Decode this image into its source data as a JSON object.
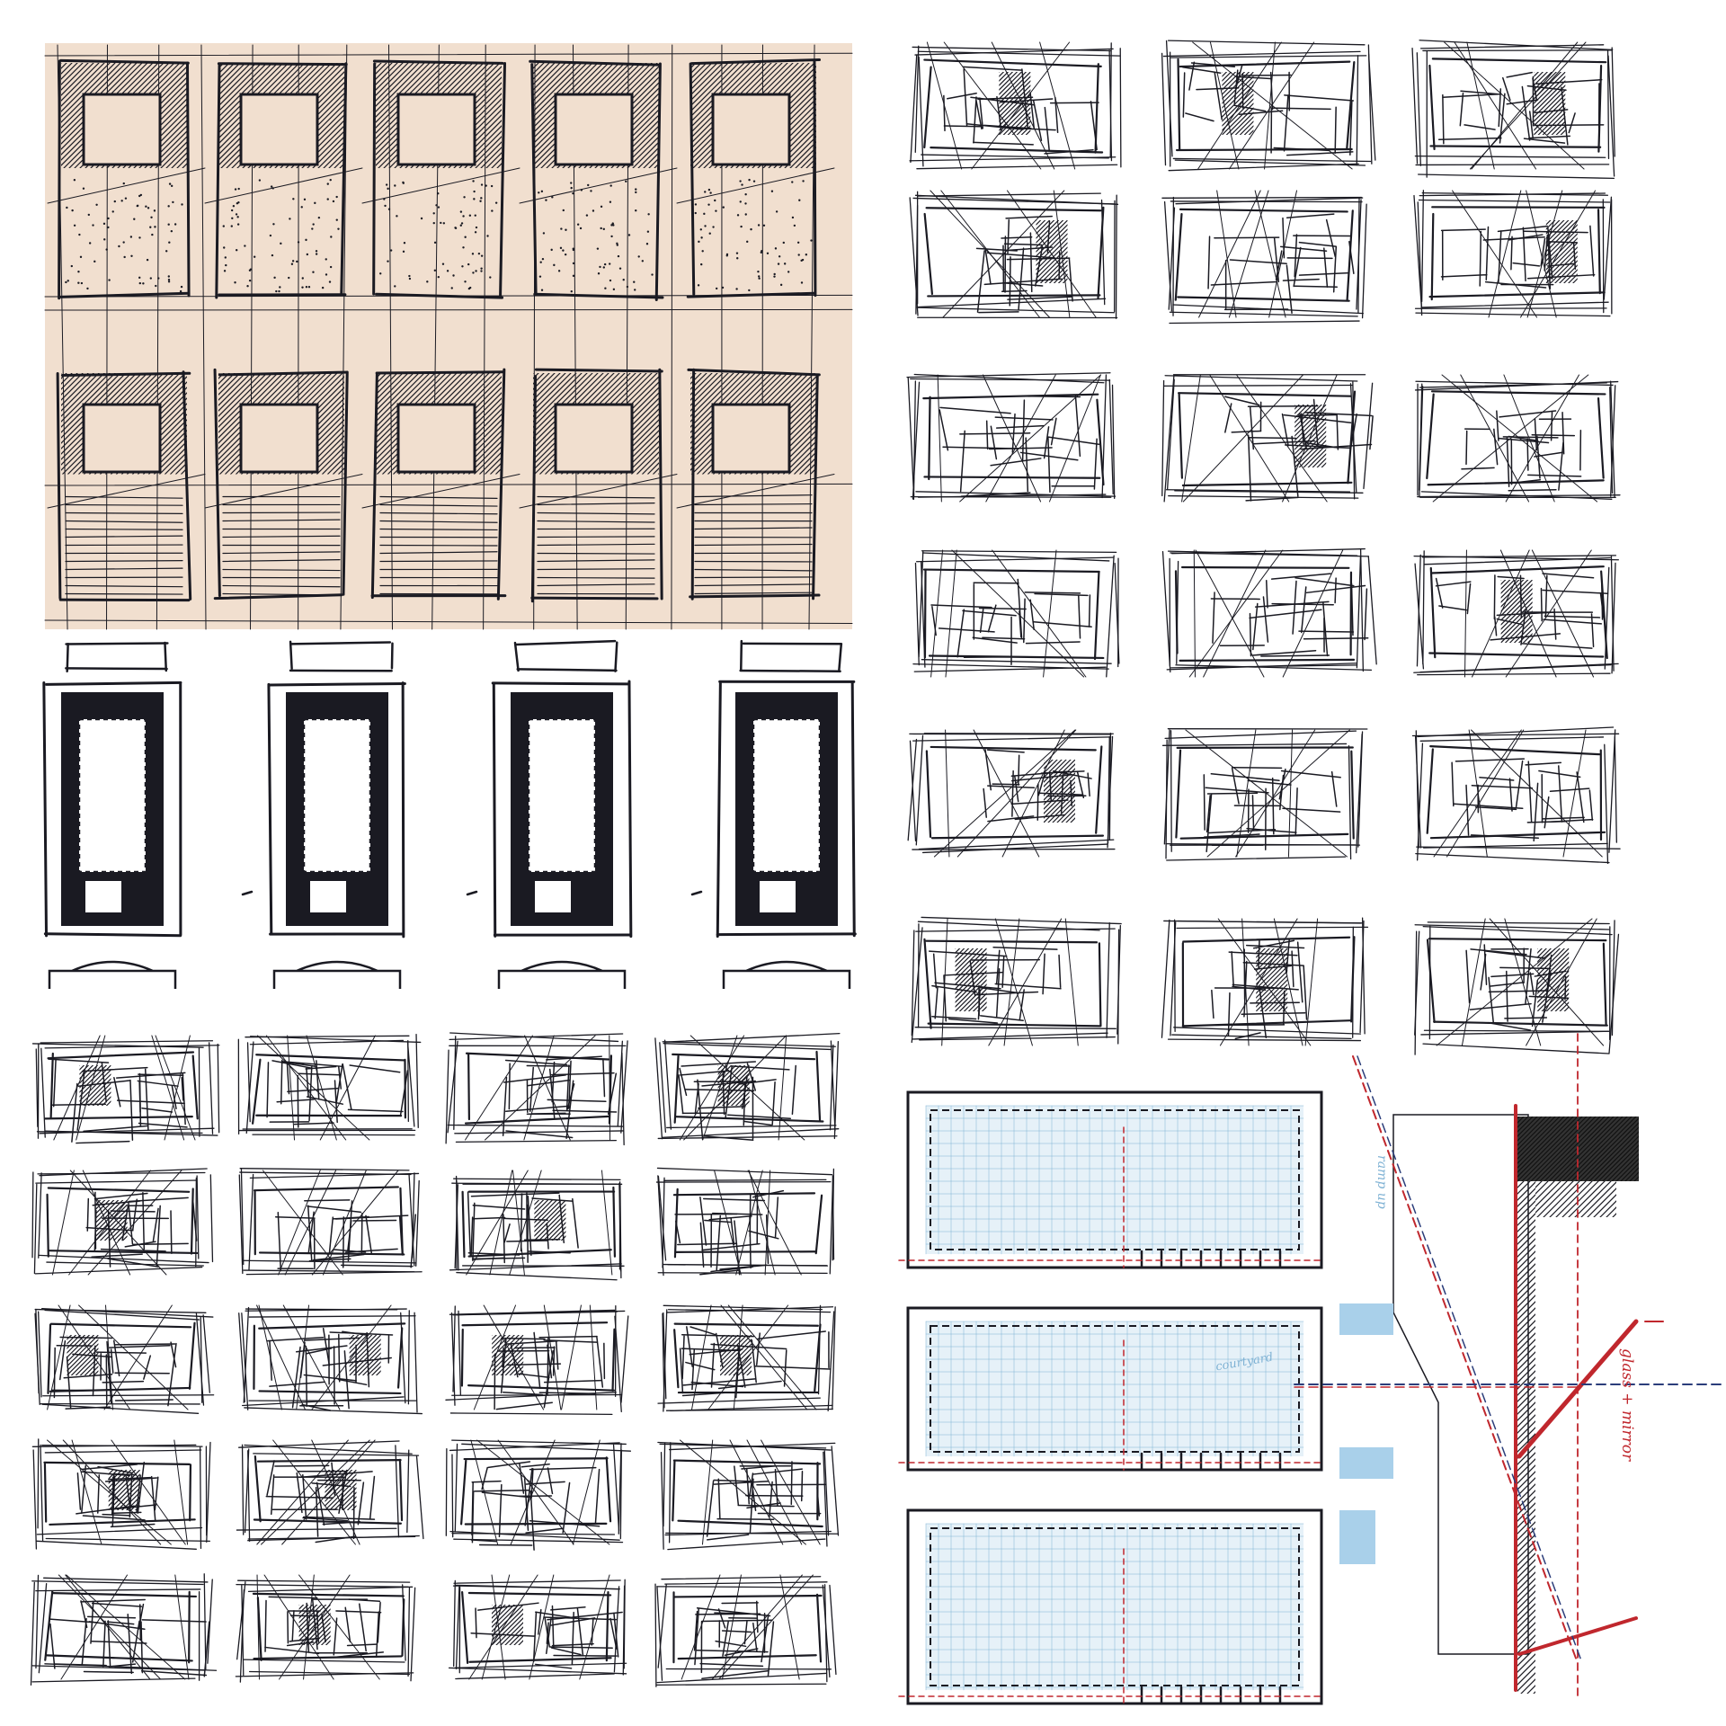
{
  "colors": {
    "paper_beige": "#f1dfcf",
    "ink": "#1a1a22",
    "annotation_red": "#c0272d",
    "pencil_blue": "#7fb2d4",
    "axis_navy": "#2b3d7a"
  },
  "panels": {
    "beige_study": {
      "rows": 2,
      "cols": 5
    },
    "black_plans": {
      "count": 4
    },
    "left_thumbnails": {
      "rows": 5,
      "cols": 4
    },
    "right_thumbnails": {
      "rows": 6,
      "cols": 3
    },
    "plan_drawing": {
      "levels": 3
    }
  },
  "annotations": {
    "glass_mirror": "glass + mirror",
    "ramp_up": "ramp up",
    "courtyard": "courtyard"
  }
}
